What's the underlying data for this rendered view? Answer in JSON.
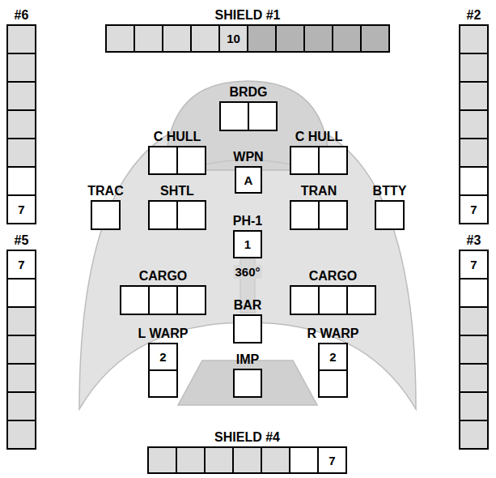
{
  "diagram": {
    "nodes": [
      {
        "text": [
          "SHIELD #1",
          "10"
        ]
      },
      {
        "text": [
          "#6",
          "7"
        ]
      },
      {
        "text": [
          "#2",
          "7"
        ]
      },
      {
        "text": [
          "BRDG"
        ]
      },
      {
        "text": [
          "C HULL"
        ]
      },
      {
        "text": [
          "C HULL"
        ]
      },
      {
        "text": [
          "WPN",
          "A"
        ]
      },
      {
        "text": [
          "TRAC"
        ]
      },
      {
        "text": [
          "SHTL"
        ]
      },
      {
        "text": [
          "TRAN"
        ]
      },
      {
        "text": [
          "BTTY"
        ]
      },
      {
        "text": [
          "PH-1",
          "1"
        ]
      },
      {
        "text": [
          "#5",
          "7"
        ]
      },
      {
        "text": [
          "#3",
          "7"
        ]
      },
      {
        "text": [
          "CARGO"
        ]
      },
      {
        "text": [
          "CARGO"
        ]
      },
      {
        "text": [
          "BAR"
        ]
      },
      {
        "text": [
          "L WARP",
          "2"
        ]
      },
      {
        "text": [
          "R WARP",
          "2"
        ]
      },
      {
        "text": [
          "IMP"
        ]
      },
      {
        "text": [
          "SHIELD #4",
          "7"
        ]
      }
    ],
    "labels": [
      "360°"
    ]
  }
}
